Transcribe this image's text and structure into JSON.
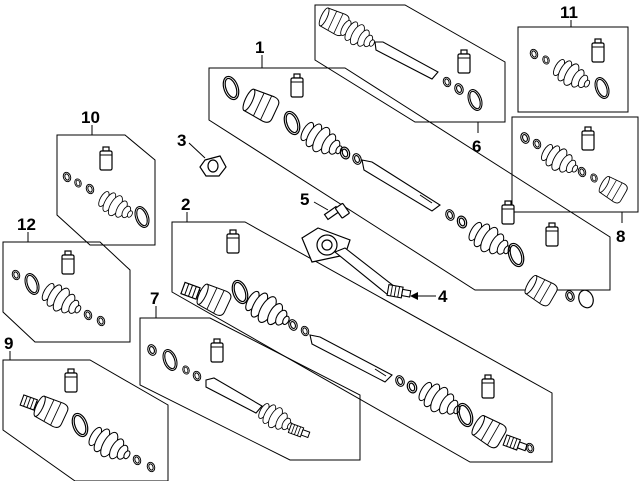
{
  "diagram": {
    "callouts": [
      {
        "id": "1",
        "label": "1"
      },
      {
        "id": "2",
        "label": "2"
      },
      {
        "id": "3",
        "label": "3"
      },
      {
        "id": "4",
        "label": "4"
      },
      {
        "id": "5",
        "label": "5"
      },
      {
        "id": "6",
        "label": "6"
      },
      {
        "id": "7",
        "label": "7"
      },
      {
        "id": "8",
        "label": "8"
      },
      {
        "id": "9",
        "label": "9"
      },
      {
        "id": "10",
        "label": "10"
      },
      {
        "id": "11",
        "label": "11"
      },
      {
        "id": "12",
        "label": "12"
      }
    ],
    "line_color": "#000000",
    "background": "#ffffff"
  }
}
